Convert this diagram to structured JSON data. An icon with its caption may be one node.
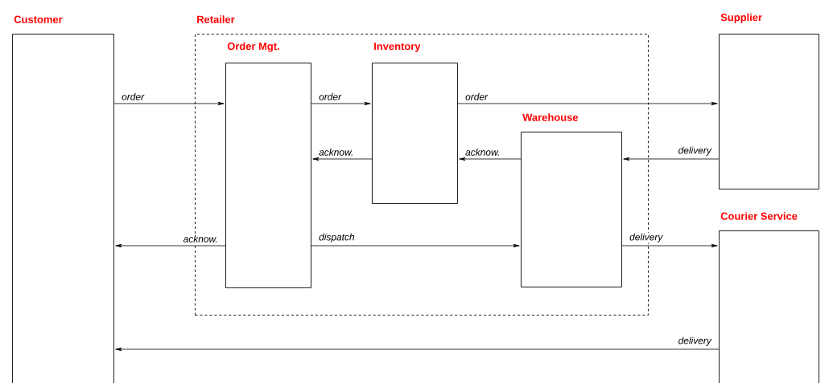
{
  "diagram": {
    "nodes": [
      {
        "text": [
          "Customer"
        ]
      },
      {
        "text": [
          "Retailer"
        ]
      },
      {
        "text": [
          "Order Mgt."
        ],
        "in": 1
      },
      {
        "text": [
          "Inventory"
        ],
        "in": 1
      },
      {
        "text": [
          "Warehouse"
        ],
        "in": 1
      },
      {
        "text": [
          "Supplier"
        ]
      },
      {
        "text": [
          "Courier Service"
        ]
      }
    ],
    "edges": [
      {
        "from": 0,
        "to": 2,
        "arrow": "to",
        "label": "order"
      },
      {
        "from": 2,
        "to": 3,
        "arrow": "to",
        "label": "order"
      },
      {
        "from": 3,
        "to": 5,
        "arrow": "to",
        "label": "order"
      },
      {
        "from": 3,
        "to": 2,
        "arrow": "to",
        "label": "acknow."
      },
      {
        "from": 4,
        "to": 3,
        "arrow": "to",
        "label": "acknow."
      },
      {
        "from": 5,
        "to": 4,
        "arrow": "to",
        "label": "delivery"
      },
      {
        "from": 2,
        "to": 0,
        "arrow": "to",
        "label": "acknow."
      },
      {
        "from": 2,
        "to": 4,
        "arrow": "to",
        "label": "dispatch"
      },
      {
        "from": 4,
        "to": 6,
        "arrow": "to",
        "label": "delivery"
      },
      {
        "from": 6,
        "to": 0,
        "arrow": "to",
        "label": "delivery"
      }
    ]
  }
}
